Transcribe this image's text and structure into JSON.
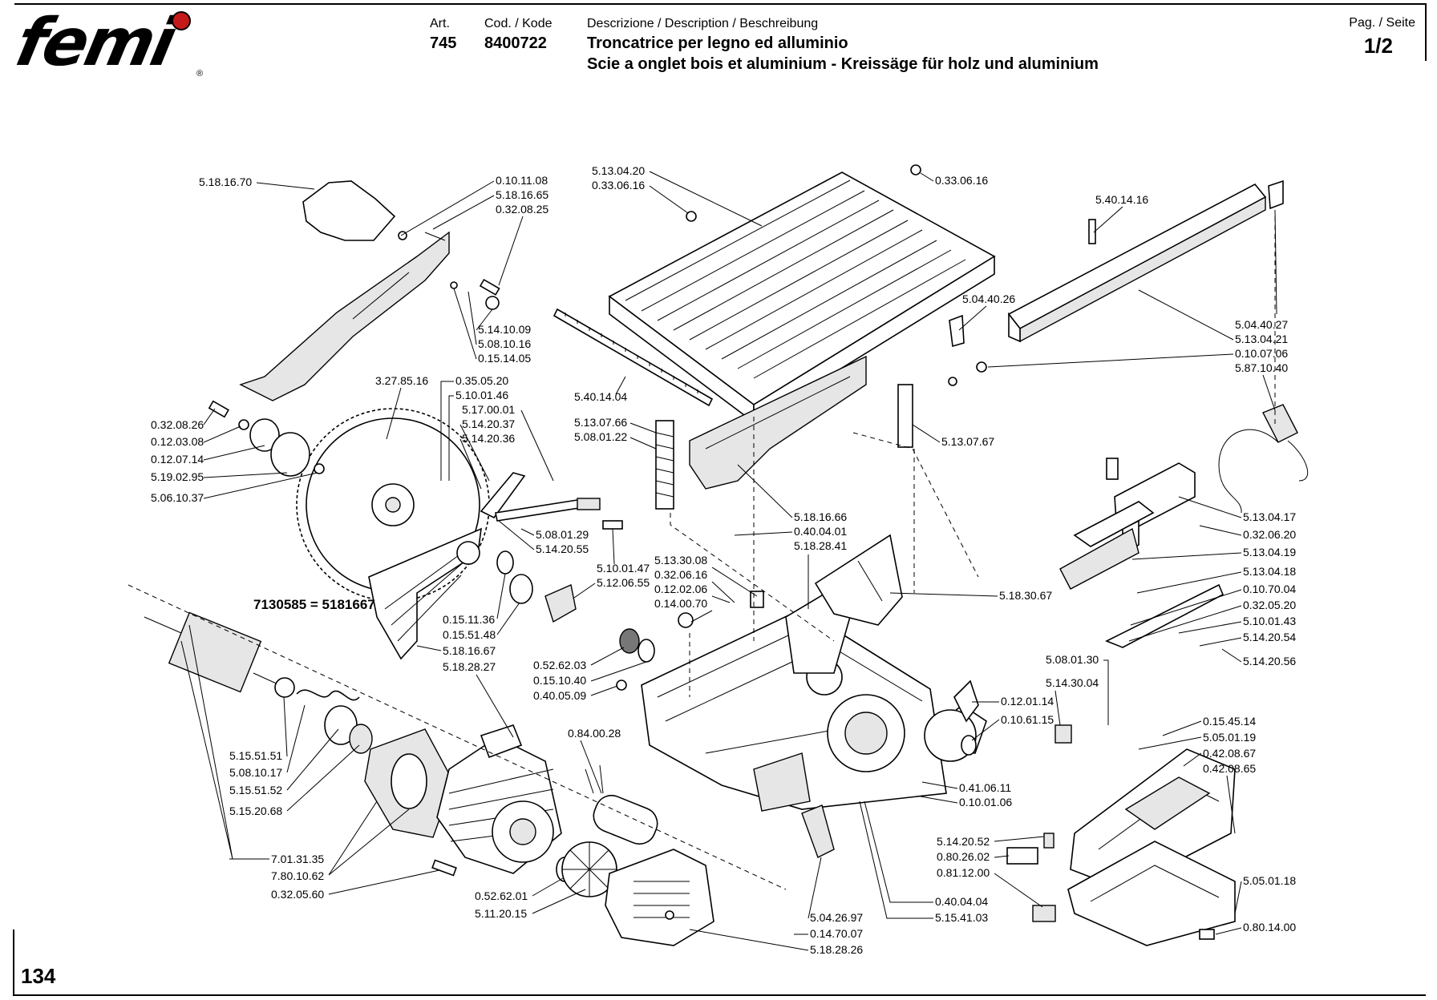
{
  "header": {
    "brand": "femi",
    "registered": "®",
    "art_label": "Art.",
    "art_value": "745",
    "cod_label": "Cod. / Kode",
    "cod_value": "8400722",
    "desc_label": "Descrizione / Description / Beschreibung",
    "desc_line1": "Troncatrice per legno ed alluminio",
    "desc_line2": "Scie a onglet bois et aluminium - Kreissäge für holz und aluminium",
    "page_label": "Pag. / Seite",
    "page_value": "1/2"
  },
  "footer": {
    "page_number": "134"
  },
  "callout": "7130585 = 5181667",
  "labels": [
    "5.18.16.70",
    "0.10.11.08",
    "5.18.16.65",
    "0.32.08.25",
    "5.14.10.09",
    "5.08.10.16",
    "0.15.14.05",
    "5.13.04.20",
    "0.33.06.16",
    "0.33.06.16",
    "5.40.14.16",
    "5.04.40.26",
    "5.04.40.27",
    "5.13.04.21",
    "0.10.07.06",
    "5.87.10.40",
    "3.27.85.16",
    "0.35.05.20",
    "5.10.01.46",
    "5.17.00.01",
    "5.14.20.37",
    "5.14.20.36",
    "0.32.08.26",
    "0.12.03.08",
    "0.12.07.14",
    "5.19.02.95",
    "5.06.10.37",
    "5.40.14.04",
    "5.13.07.66",
    "5.08.01.22",
    "5.13.07.67",
    "5.08.01.29",
    "5.14.20.55",
    "5.10.01.47",
    "5.12.06.55",
    "5.18.16.66",
    "0.40.04.01",
    "5.18.28.41",
    "5.13.30.08",
    "0.32.06.16",
    "0.12.02.06",
    "0.14.00.70",
    "5.18.30.67",
    "5.13.04.17",
    "0.32.06.20",
    "5.13.04.19",
    "5.13.04.18",
    "0.10.70.04",
    "0.32.05.20",
    "5.10.01.43",
    "5.14.20.54",
    "5.14.20.56",
    "5.08.01.30",
    "5.14.30.04",
    "0.15.11.36",
    "0.15.51.48",
    "5.18.16.67",
    "5.18.28.27",
    "0.52.62.03",
    "0.15.10.40",
    "0.40.05.09",
    "0.12.01.14",
    "0.10.61.15",
    "0.15.45.14",
    "5.05.01.19",
    "0.42.08.67",
    "0.42.08.65",
    "5.15.51.51",
    "5.08.10.17",
    "5.15.51.52",
    "5.15.20.68",
    "0.84.00.28",
    "0.41.06.11",
    "0.10.01.06",
    "7.01.31.35",
    "7.80.10.62",
    "0.32.05.60",
    "0.52.62.01",
    "5.11.20.15",
    "5.14.20.52",
    "0.80.26.02",
    "0.81.12.00",
    "0.40.04.04",
    "5.15.41.03",
    "5.05.01.18",
    "5.04.26.97",
    "0.14.70.07",
    "5.18.28.26",
    "0.80.14.00"
  ]
}
